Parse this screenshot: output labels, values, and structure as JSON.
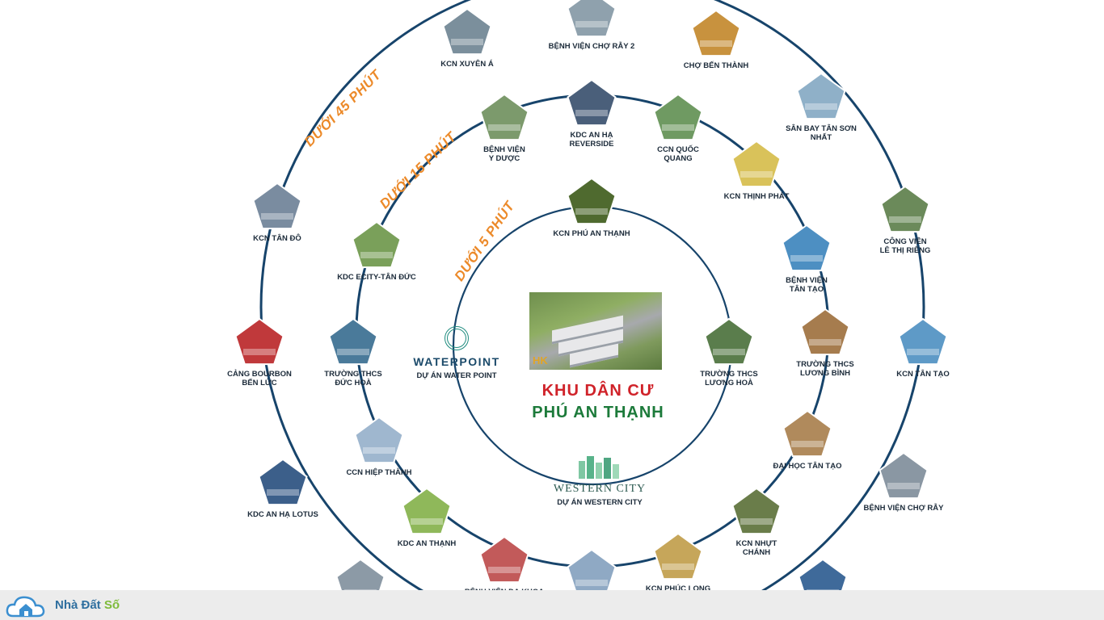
{
  "ring_labels": {
    "outer": "DƯỚI 45 PHÚT",
    "middle": "DƯỚI 15 PHÚT",
    "inner": "DƯỚI 5 PHÚT"
  },
  "center": {
    "title_line1": "KHU DÂN CƯ",
    "title_line2": "PHÚ AN THẠNH",
    "photo_badge": "HK"
  },
  "waterpoint": {
    "brand": "WATERPOINT",
    "caption": "DỰ ÁN WATER POINT"
  },
  "western_city": {
    "brand": "WESTERN CITY",
    "caption": "DỰ ÁN WESTERN CITY"
  },
  "nodes": [
    {
      "lines": [
        "KCN XUYÊN Á"
      ],
      "color": "#7b8f9c"
    },
    {
      "lines": [
        "BỆNH VIỆN CHỢ RẪY 2"
      ],
      "color": "#8fa1ad"
    },
    {
      "lines": [
        "CHỢ BẾN THÀNH"
      ],
      "color": "#c8923e"
    },
    {
      "lines": [
        "SÂN BAY TÂN SƠN",
        "NHẤT"
      ],
      "color": "#8fb0c8"
    },
    {
      "lines": [
        "CÔNG VIÊN",
        "LÊ THỊ RIÊNG"
      ],
      "color": "#6b8a5a"
    },
    {
      "lines": [
        "KCN TÂN TẠO"
      ],
      "color": "#5e9ac7"
    },
    {
      "lines": [
        "BỆNH VIỆN CHỢ RẪY"
      ],
      "color": "#8a97a3"
    },
    {
      "lines": [
        "KCN TÂN ĐÔ"
      ],
      "color": "#7a8ca0"
    },
    {
      "lines": [
        "CẢNG BOURBON",
        "BẾN LỨC"
      ],
      "color": "#c0393b"
    },
    {
      "lines": [
        "KDC AN HẠ LOTUS"
      ],
      "color": "#3c5f8a"
    },
    {
      "lines": [
        "BỆNH VIỆN",
        "Y DƯỢC"
      ],
      "color": "#7c9a6c"
    },
    {
      "lines": [
        "KDC AN HẠ",
        "REVERSIDE"
      ],
      "color": "#4a5f7a"
    },
    {
      "lines": [
        "CCN QUỐC",
        "QUANG"
      ],
      "color": "#6f9a62"
    },
    {
      "lines": [
        "KCN THỊNH PHÁT"
      ],
      "color": "#d9c25a"
    },
    {
      "lines": [
        "BỆNH VIỆN",
        "TÂN TẠO"
      ],
      "color": "#4d8fc2"
    },
    {
      "lines": [
        "TRƯỜNG THCS",
        "LƯƠNG BÌNH"
      ],
      "color": "#a67c4e"
    },
    {
      "lines": [
        "ĐẠI HỌC TÂN TẠO"
      ],
      "color": "#b08a5c"
    },
    {
      "lines": [
        "KCN NHỰT",
        "CHÁNH"
      ],
      "color": "#6a7d4a"
    },
    {
      "lines": [
        "KCN PHÚC LONG"
      ],
      "color": "#c6a65a"
    },
    {
      "lines": [
        "BỆNH VIỆN ĐA KHOA"
      ],
      "color": "#c25a5a"
    },
    {
      "lines": [
        "KDC AN THẠNH"
      ],
      "color": "#8fb85a"
    },
    {
      "lines": [
        "CCN HIỆP THÀNH"
      ],
      "color": "#9fb7cf"
    },
    {
      "lines": [
        "TRƯỜNG THCS",
        "ĐỨC HOÀ"
      ],
      "color": "#4a7a9a"
    },
    {
      "lines": [
        "KDC ECITY-TÂN ĐỨC"
      ],
      "color": "#7aa05a"
    },
    {
      "lines": [
        "KCN PHÚ AN THẠNH"
      ],
      "color": "#4f6a2f"
    },
    {
      "lines": [
        "TRƯỜNG THCS",
        "LƯƠNG HOÀ"
      ],
      "color": "#5a7d4c"
    },
    {
      "lines": [],
      "color": "#8c9aa6"
    },
    {
      "lines": [],
      "color": "#8fa9c4"
    },
    {
      "lines": [],
      "color": "#3f6a9a"
    }
  ],
  "footer": {
    "brand_main": "Nhà Đất ",
    "brand_accent": "Số"
  }
}
